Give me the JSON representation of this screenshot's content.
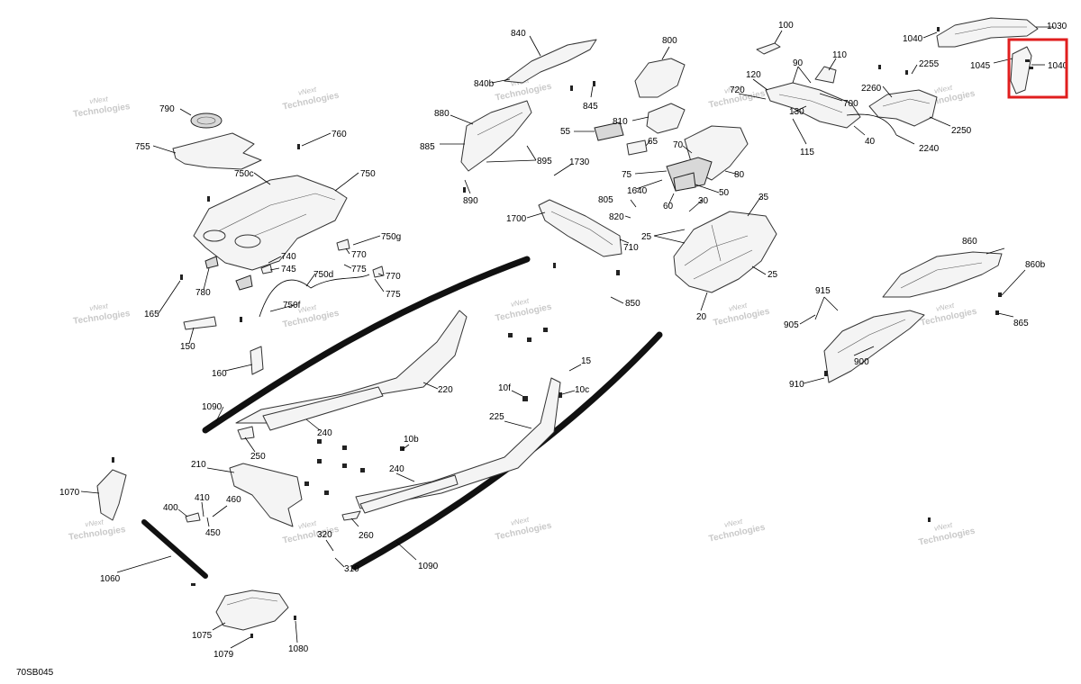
{
  "drawing_code": "70SB045",
  "highlight_color": "#e01e1e",
  "watermark": {
    "line1": "vNext",
    "line2": "Technologies"
  },
  "labels": {
    "l100": "100",
    "l110": "110",
    "l90": "90",
    "l120": "120",
    "l720": "720",
    "l130": "130",
    "l700": "700",
    "l40": "40",
    "l115": "115",
    "l1040a": "1040",
    "l1030": "1030",
    "l1045": "1045",
    "l1040b": "1040",
    "l2255": "2255",
    "l2260": "2260",
    "l2250": "2250",
    "l2240": "2240",
    "l840": "840",
    "l840b": "840b",
    "l845": "845",
    "l800": "800",
    "l810": "810",
    "l880": "880",
    "l885": "885",
    "l55": "55",
    "l65": "65",
    "l70": "70",
    "l895": "895",
    "l1730": "1730",
    "l75": "75",
    "l80": "80",
    "l890": "890",
    "l1640": "1640",
    "l50": "50",
    "l805": "805",
    "l60": "60",
    "l30": "30",
    "l35": "35",
    "l820": "820",
    "l1700": "1700",
    "l25a": "25",
    "l710": "710",
    "l25b": "25",
    "l850": "850",
    "l20": "20",
    "l790": "790",
    "l760": "760",
    "l755": "755",
    "l750c": "750c",
    "l750": "750",
    "l750g": "750g",
    "l770a": "770",
    "l740": "740",
    "l745": "745",
    "l775a": "775",
    "l750d": "750d",
    "l770b": "770",
    "l780": "780",
    "l775b": "775",
    "l750f": "750f",
    "l165": "165",
    "l150": "150",
    "l160": "160",
    "l860": "860",
    "l860b": "860b",
    "l915": "915",
    "l905": "905",
    "l865": "865",
    "l900": "900",
    "l910": "910",
    "l15": "15",
    "l10f": "10f",
    "l10c": "10c",
    "l220": "220",
    "l1090a": "1090",
    "l240a": "240",
    "l225": "225",
    "l250": "250",
    "l10b": "10b",
    "l240b": "240",
    "l210": "210",
    "l1070": "1070",
    "l410": "410",
    "l460": "460",
    "l400": "400",
    "l450": "450",
    "l260": "260",
    "l320": "320",
    "l310": "310",
    "l1090b": "1090",
    "l1060": "1060",
    "l1075": "1075",
    "l1079": "1079",
    "l1080": "1080"
  }
}
